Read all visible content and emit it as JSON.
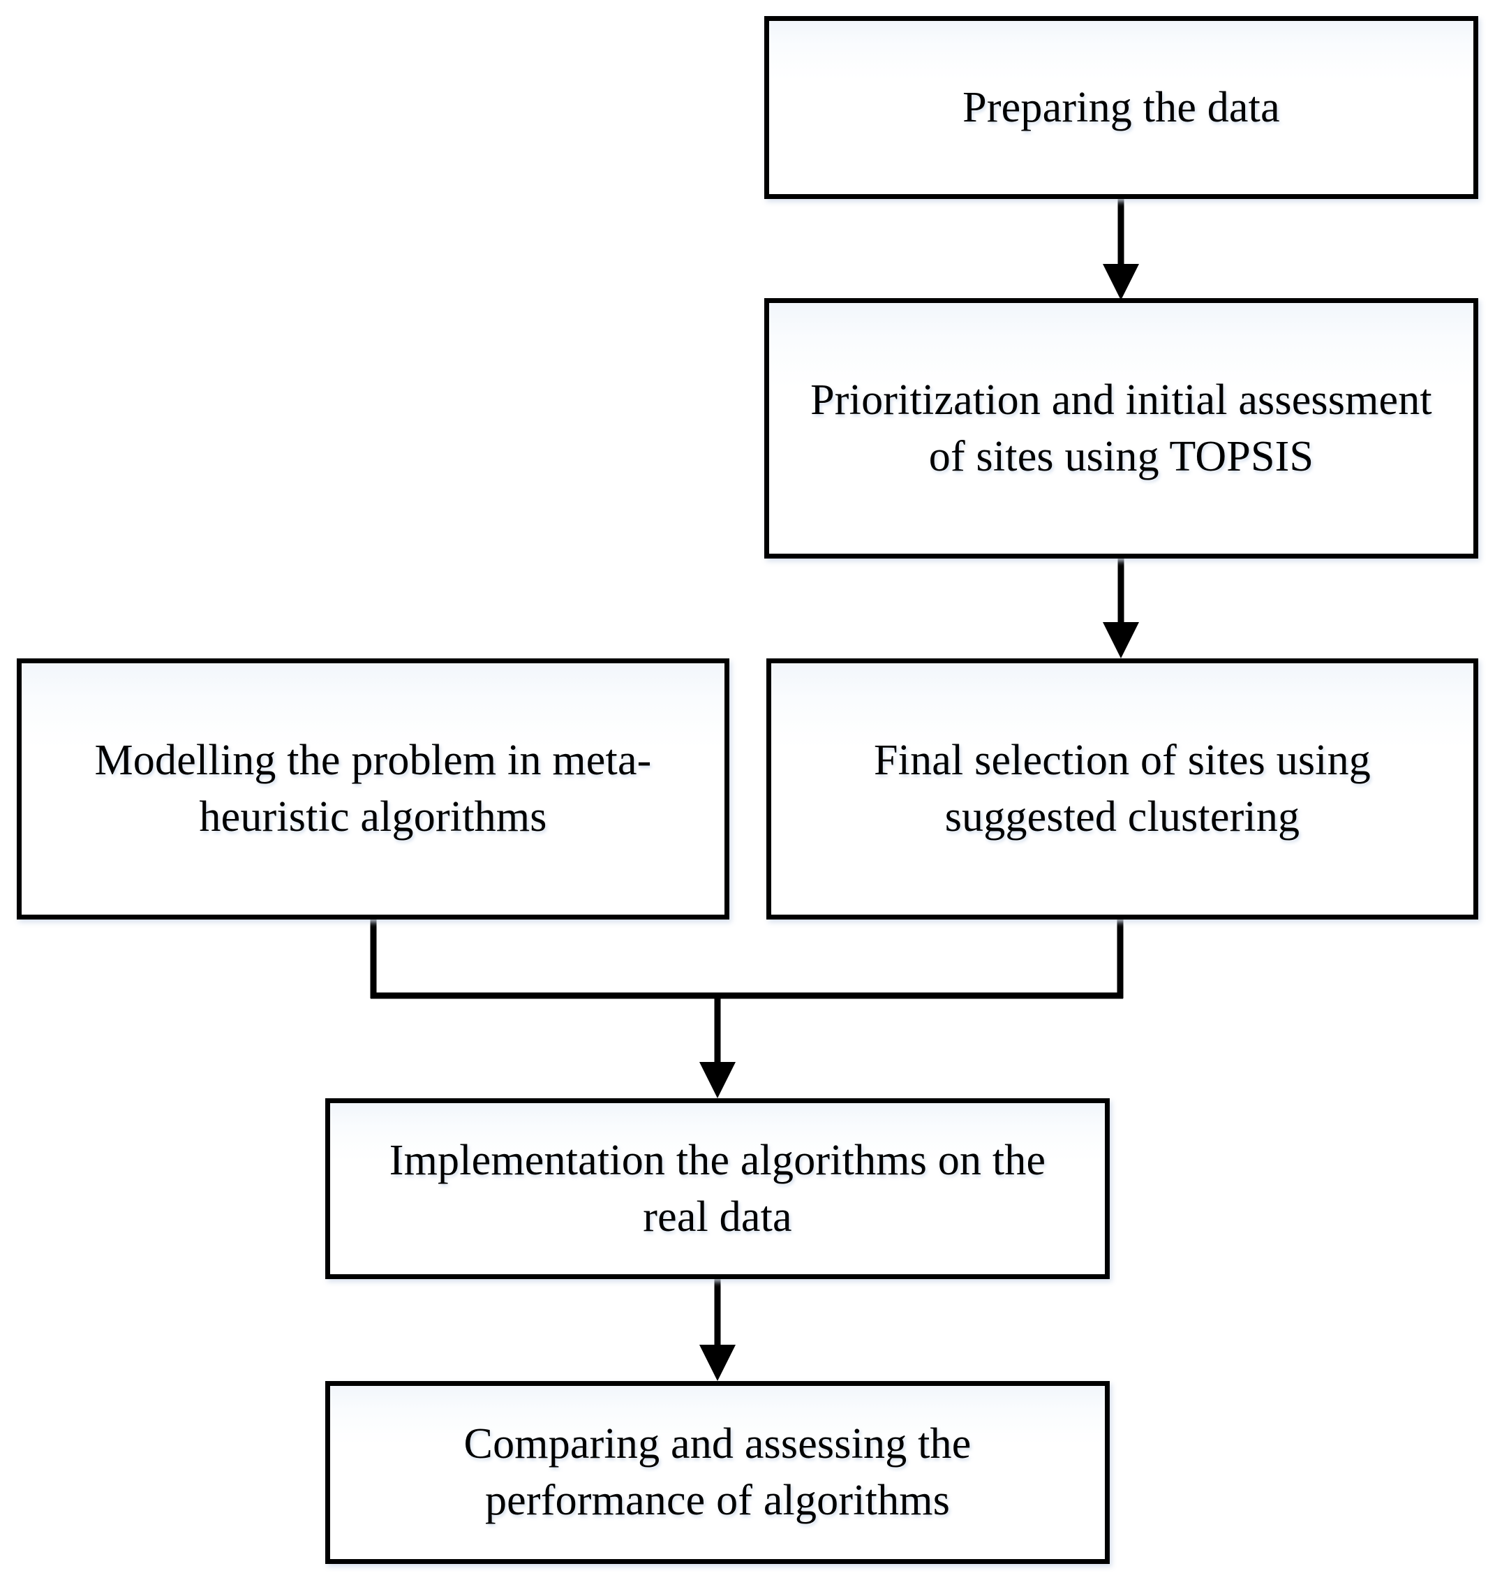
{
  "diagram": {
    "type": "flowchart",
    "orientation": "top-to-bottom",
    "background_color": "#ffffff",
    "box_border_color": "#000000",
    "box_fill_color": "#ffffff",
    "arrow_color": "#000000",
    "nodes": [
      {
        "id": "prepare",
        "label": "Preparing the data"
      },
      {
        "id": "topsis",
        "label": "Prioritization and initial assessment\nof sites using TOPSIS"
      },
      {
        "id": "modelling",
        "label": "Modelling the problem in meta-\nheuristic algorithms"
      },
      {
        "id": "final",
        "label": "Final selection of sites using\nsuggested clustering"
      },
      {
        "id": "implement",
        "label": "Implementation the algorithms on the\nreal data"
      },
      {
        "id": "compare",
        "label": "Comparing and assessing the\nperformance of algorithms"
      }
    ],
    "edges": [
      {
        "id": "prepare-to-topsis",
        "from": "prepare",
        "to": "topsis",
        "style": "straight-arrow"
      },
      {
        "id": "topsis-to-final",
        "from": "topsis",
        "to": "final",
        "style": "straight-arrow"
      },
      {
        "id": "modelling-to-merge",
        "from": "modelling",
        "to": "implement",
        "style": "elbow-merge"
      },
      {
        "id": "final-to-merge",
        "from": "final",
        "to": "implement",
        "style": "elbow-merge"
      },
      {
        "id": "implement-to-compare",
        "from": "implement",
        "to": "compare",
        "style": "straight-arrow"
      }
    ]
  }
}
